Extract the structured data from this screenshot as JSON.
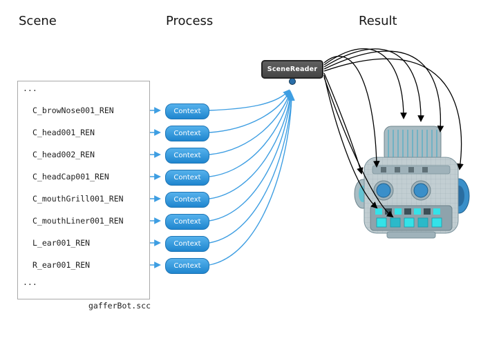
{
  "headers": {
    "scene": "Scene",
    "process": "Process",
    "result": "Result"
  },
  "scene_panel": {
    "ellipsis_top": "...",
    "items": [
      "C_browNose001_REN",
      "C_head001_REN",
      "C_head002_REN",
      "C_headCap001_REN",
      "C_mouthGrill001_REN",
      "C_mouthLiner001_REN",
      "L_ear001_REN",
      "R_ear001_REN"
    ],
    "ellipsis_bottom": "...",
    "caption": "gafferBot.scc"
  },
  "process_panel": {
    "context_label": "Context"
  },
  "result_panel": {
    "node_label": "SceneReader"
  },
  "colors": {
    "accent_blue": "#3e9ee2",
    "context_fill": "#2f94dd",
    "node_fill": "#4f4f4f",
    "arrow_black": "#000000",
    "robot_cyan": "#34e2e8"
  }
}
